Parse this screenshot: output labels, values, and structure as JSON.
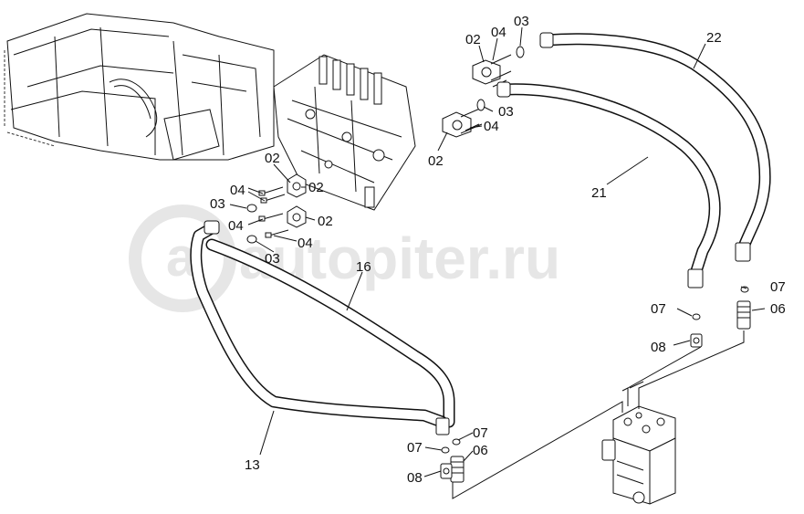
{
  "watermark": "autopiter.ru",
  "labels": {
    "l02a": "02",
    "l04a": "04",
    "l03a": "03",
    "l22": "22",
    "l03b": "03",
    "l04b": "04",
    "l02b": "02",
    "l21": "21",
    "l02c": "02",
    "l04c": "04",
    "l02d": "02",
    "l03c": "03",
    "l04d": "04",
    "l02e": "02",
    "l04e": "04",
    "l03d": "03",
    "l16": "16",
    "l07a": "07",
    "l07b": "07",
    "l06a": "06",
    "l08a": "08",
    "l13": "13",
    "l07c": "07",
    "l07d": "07",
    "l06b": "06",
    "l08b": "08"
  }
}
